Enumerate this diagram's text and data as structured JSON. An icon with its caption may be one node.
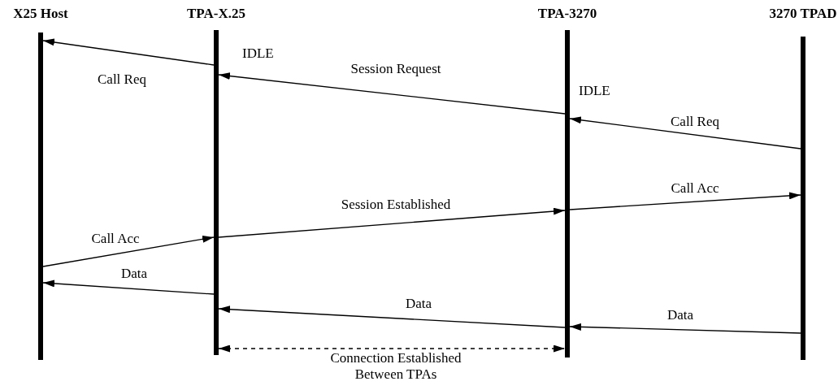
{
  "diagram": {
    "nodes": [
      {
        "text": [
          "X25 Host"
        ]
      },
      {
        "text": [
          "TPA-X.25"
        ]
      },
      {
        "text": [
          "TPA-3270"
        ]
      },
      {
        "text": [
          "3270 TPAD"
        ]
      }
    ],
    "edges": [
      {
        "from": 1,
        "to": 0,
        "arrow": "to",
        "label": "Call Req"
      },
      {
        "from": 2,
        "to": 1,
        "arrow": "to",
        "label": "Session Request"
      },
      {
        "from": 3,
        "to": 2,
        "arrow": "to",
        "label": "Call Req"
      },
      {
        "from": 2,
        "to": 3,
        "arrow": "to",
        "label": "Call Acc"
      },
      {
        "from": 1,
        "to": 2,
        "arrow": "to",
        "label": "Session Established"
      },
      {
        "from": 0,
        "to": 1,
        "arrow": "to",
        "label": "Call Acc"
      },
      {
        "from": 1,
        "to": 0,
        "arrow": "to",
        "label": "Data"
      },
      {
        "from": 2,
        "to": 1,
        "arrow": "to",
        "label": "Data"
      },
      {
        "from": 3,
        "to": 2,
        "arrow": "to",
        "label": "Data"
      },
      {
        "from": 1,
        "to": 2,
        "arrow": "both",
        "style": "dashed",
        "label": "Connection Established Between TPAs"
      }
    ],
    "labels": [
      "IDLE",
      "IDLE"
    ]
  }
}
